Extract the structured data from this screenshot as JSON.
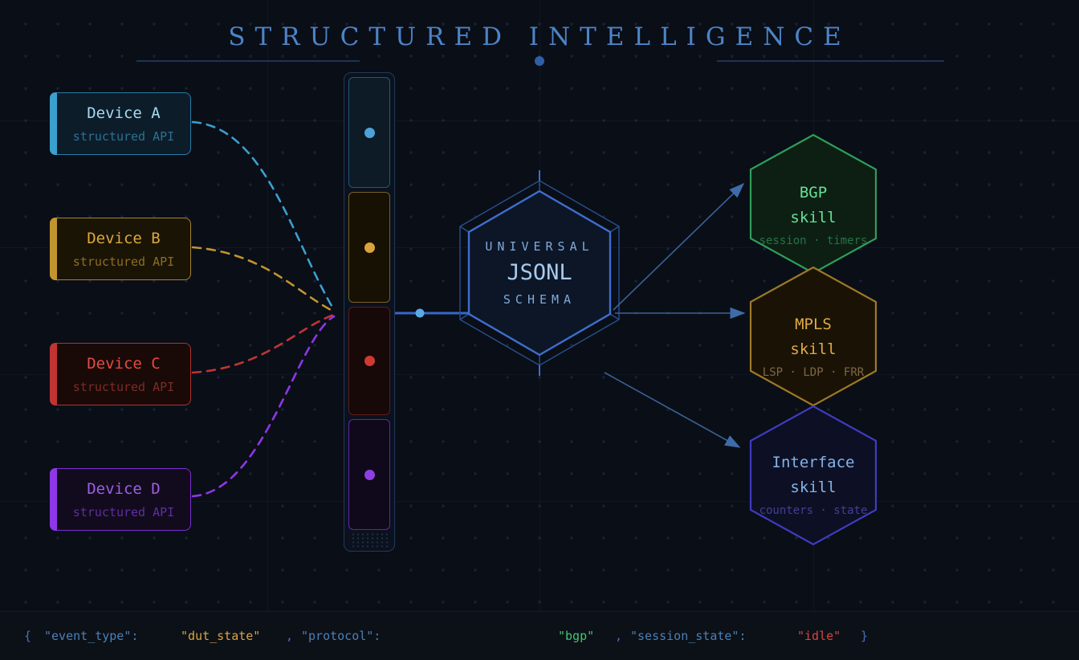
{
  "title": {
    "text": "STRUCTURED INTELLIGENCE"
  },
  "palette": {
    "background": "#0a0e17",
    "title_blue": "#4c84c8",
    "device_a_blue": "#3aa0d0",
    "device_b_amber": "#c1952e",
    "device_c_red": "#c13434",
    "device_d_purple": "#8f36e8",
    "hub_border_blue": "#3e6ece",
    "skill_bgp_green": "#2f9e5a",
    "skill_mpls_amber": "#9c7a28",
    "skill_interface_indigo": "#413bc0"
  },
  "devices": [
    {
      "name": "Device A",
      "api": "structured API"
    },
    {
      "name": "Device B",
      "api": "structured API"
    },
    {
      "name": "Device C",
      "api": "structured API"
    },
    {
      "name": "Device D",
      "api": "structured API"
    }
  ],
  "schema_hub": {
    "line1": "UNIVERSAL",
    "line2": "JSONL",
    "line3": "SCHEMA"
  },
  "skills": [
    {
      "name": "BGP",
      "label": "skill",
      "tags": "session · timers"
    },
    {
      "name": "MPLS",
      "label": "skill",
      "tags": "LSP · LDP · FRR"
    },
    {
      "name": "Interface",
      "label": "skill",
      "tags": "counters · state"
    }
  ],
  "status_bar": {
    "open": "{",
    "key_event": "\"event_type\":",
    "val_event": "\"dut_state\"",
    "comma1": ",",
    "key_protocol": "\"protocol\":",
    "val_protocol": "\"bgp\"",
    "comma2": ",",
    "key_session": "\"session_state\":",
    "val_session": "\"idle\"",
    "close": "}"
  }
}
